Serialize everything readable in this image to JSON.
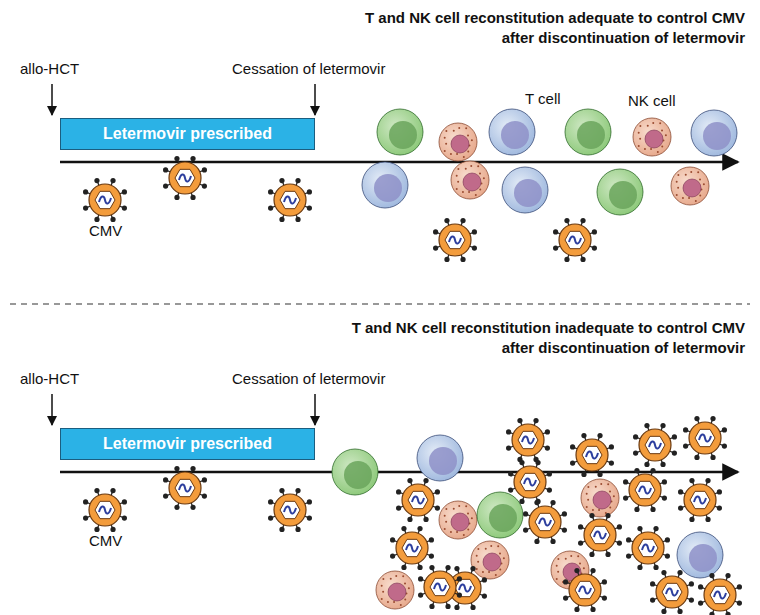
{
  "diagram": {
    "nodes": [
      {
        "text": [
          "Letermovir prescribed"
        ]
      },
      {
        "text": [
          "Letermovir prescribed"
        ]
      }
    ],
    "labels": [
      "T and NK cell reconstitution adequate to control CMV after discontinuation of letermovir",
      "allo-HCT",
      "Cessation of letermovir",
      "T cell",
      "NK cell",
      "CMV",
      "T and NK cell reconstitution inadequate to control CMV after discontinuation of letermovir",
      "allo-HCT",
      "Cessation of letermovir",
      "CMV"
    ]
  }
}
